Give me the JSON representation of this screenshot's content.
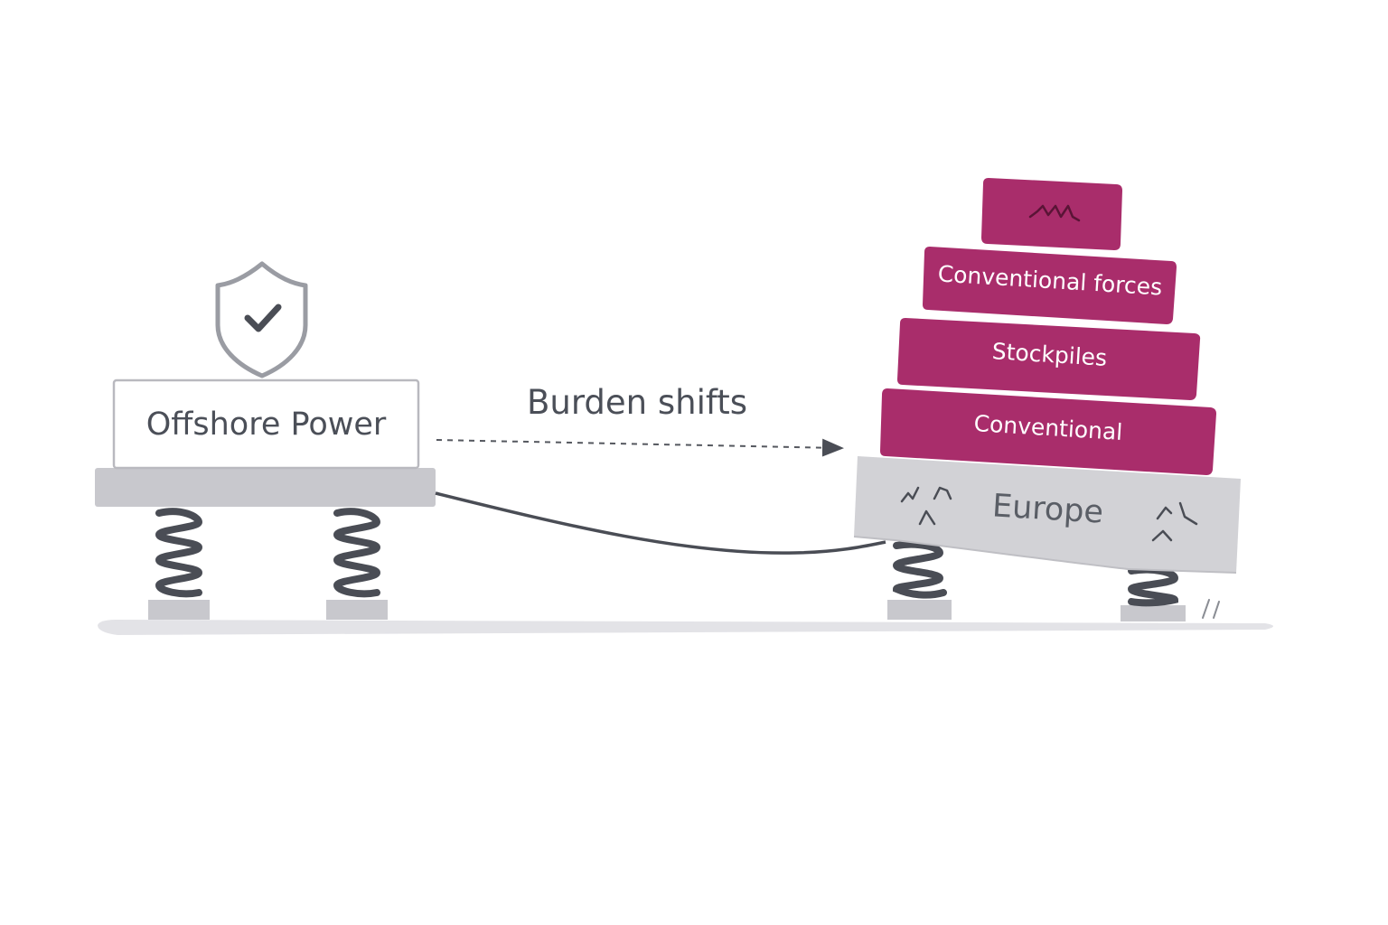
{
  "left_platform": {
    "label": "Offshore Power",
    "icon": "shield-check-icon"
  },
  "arrow": {
    "label": "Burden shifts"
  },
  "right_platform": {
    "label": "Europe",
    "stack": [
      {
        "label": "",
        "icon": "strain-squiggle-icon"
      },
      {
        "label": "Conventional forces"
      },
      {
        "label": "Stockpiles"
      },
      {
        "label": "Conventional"
      }
    ]
  },
  "colors": {
    "burden_block": "#a92d6b",
    "platform_grey": "#c9c9ce",
    "spring": "#4a4d55",
    "text": "#4b4f58",
    "ground": "#e4e4e8"
  }
}
